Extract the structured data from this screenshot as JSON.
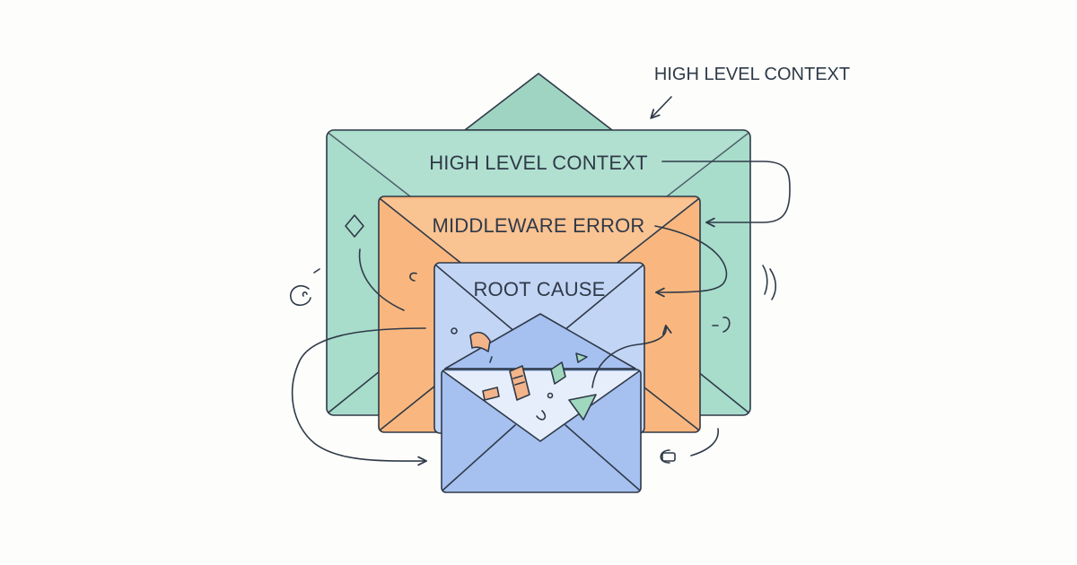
{
  "annotation": {
    "text": "HIGH LEVEL CONTEXT"
  },
  "envelopes": [
    {
      "id": "outer",
      "label": "HIGH LEVEL CONTEXT",
      "color": "#a8dccb"
    },
    {
      "id": "middle",
      "label": "MIDDLEWARE ERROR",
      "color": "#f9b77f"
    },
    {
      "id": "inner",
      "label": "ROOT CAUSE",
      "color": "#c3d5f5"
    },
    {
      "id": "open",
      "label": "",
      "color": "#a6c1f0"
    }
  ],
  "colors": {
    "ink": "#2f3a48",
    "background": "#fdfdfb",
    "confetti_orange": "#f3b48a",
    "confetti_green": "#9fd8bf"
  }
}
